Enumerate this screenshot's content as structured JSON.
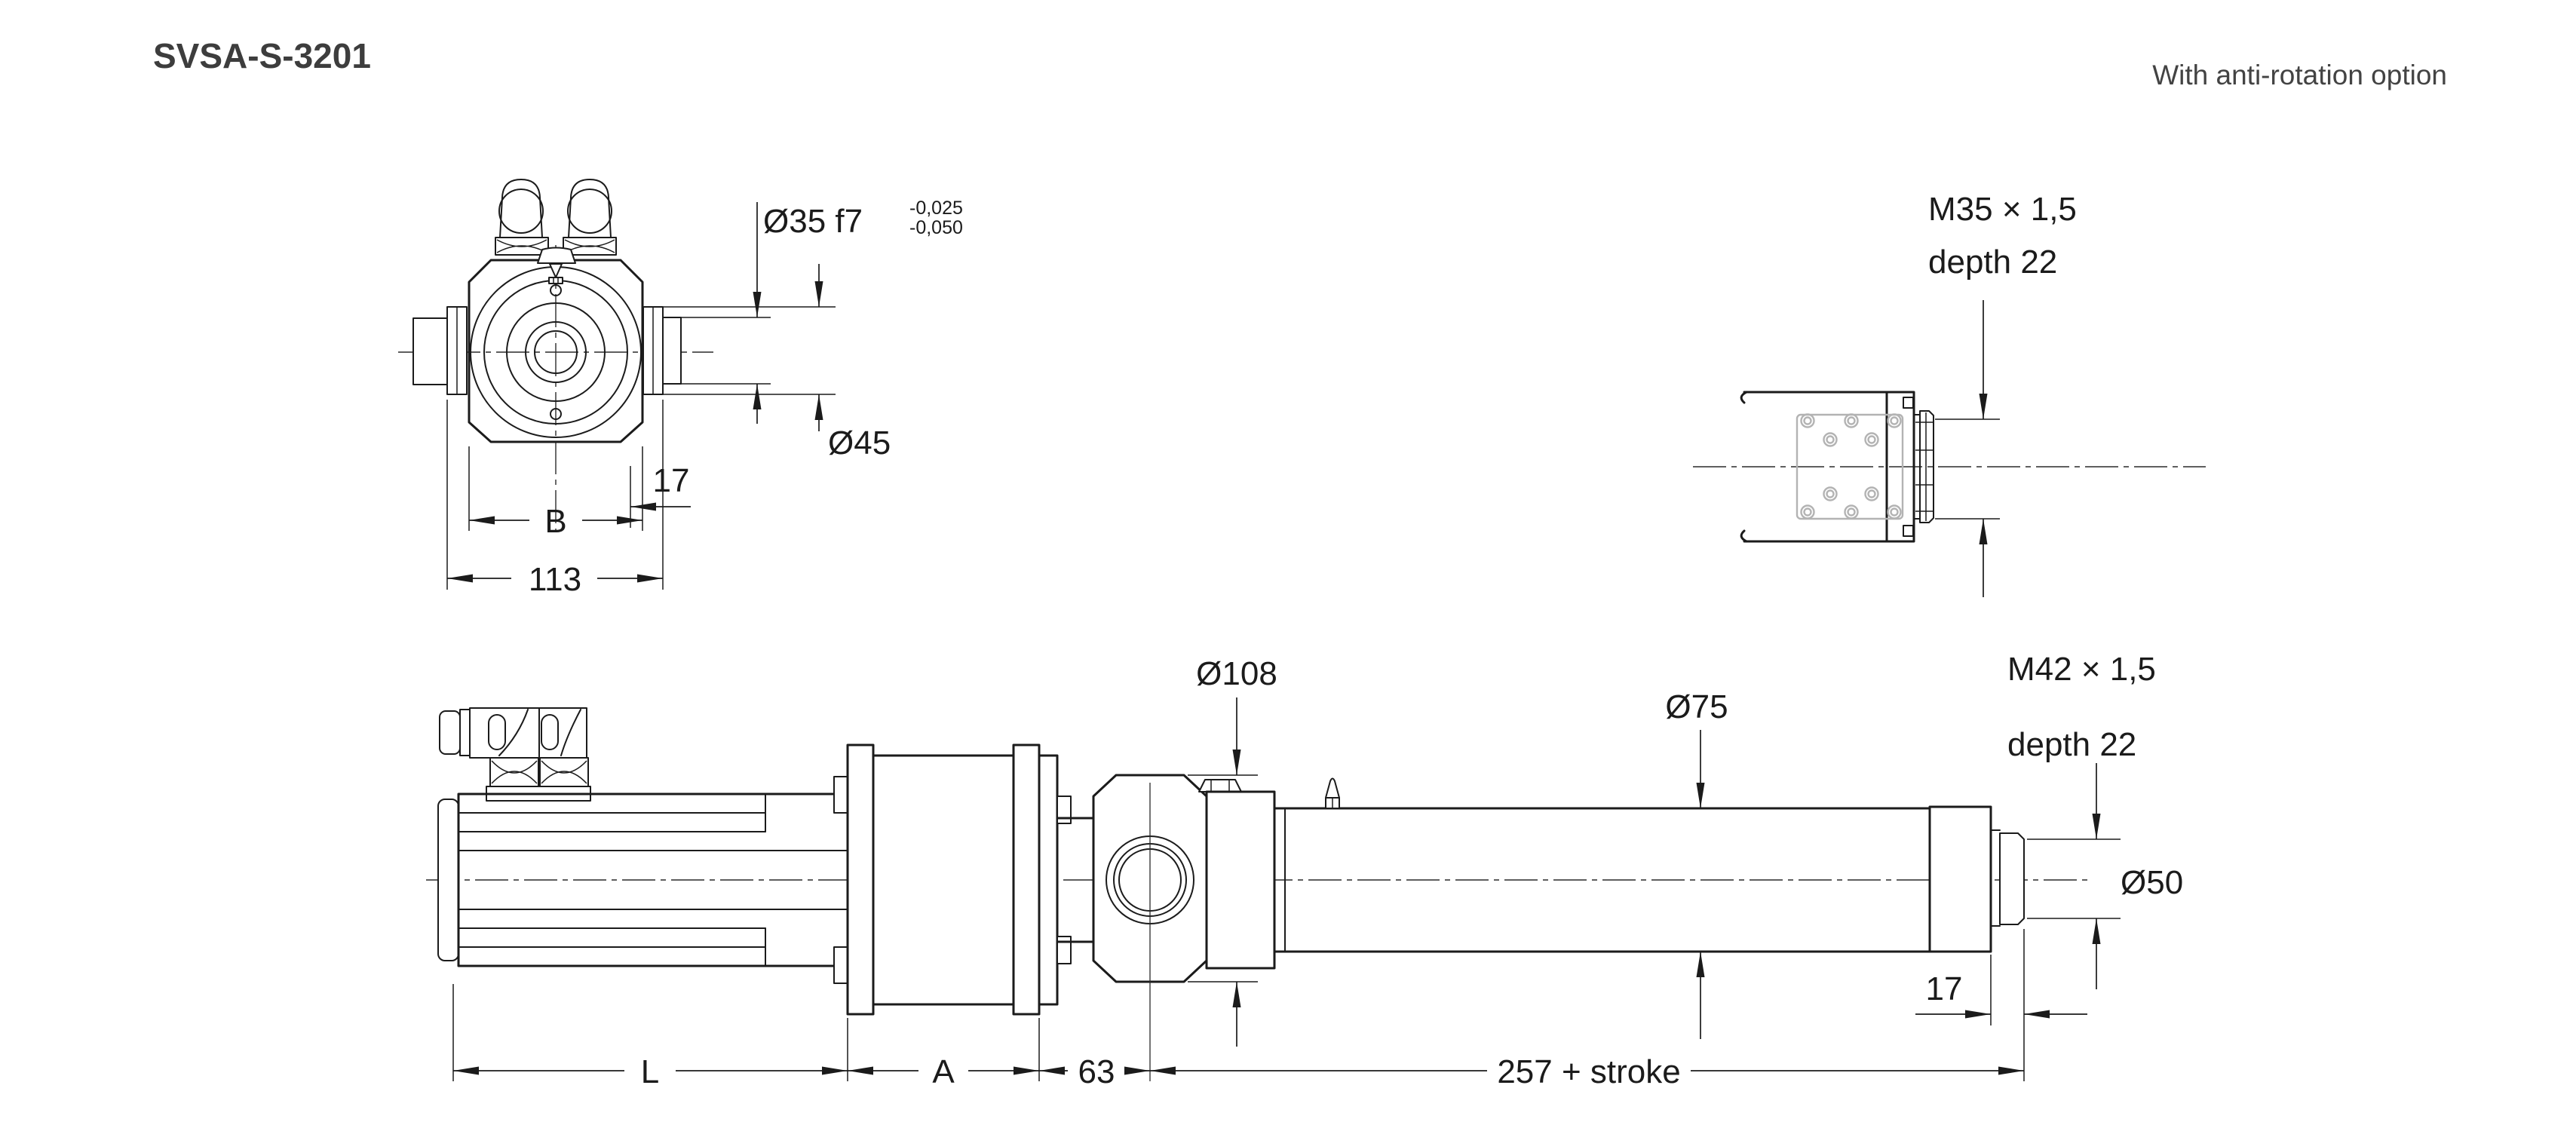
{
  "header": {
    "title": "SVSA-S-3201",
    "subtitle": "With anti-rotation option"
  },
  "front_view": {
    "dia35_label": "Ø35 f7",
    "dia35_tol_upper": "-0,025",
    "dia35_tol_lower": "-0,050",
    "dia45_label": "Ø45",
    "dim_b": "B",
    "dim_113": "113",
    "dim_17": "17"
  },
  "rod_end_view": {
    "thread_label": "M35 × 1,5",
    "depth_label": "depth 22"
  },
  "side_view": {
    "dia108_label": "Ø108",
    "dia75_label": "Ø75",
    "thread_label": "M42 × 1,5",
    "depth_label": "depth 22",
    "dia50_label": "Ø50",
    "dim_17": "17",
    "dim_l": "L",
    "dim_a": "A",
    "dim_63": "63",
    "dim_stroke": "257 + stroke"
  }
}
